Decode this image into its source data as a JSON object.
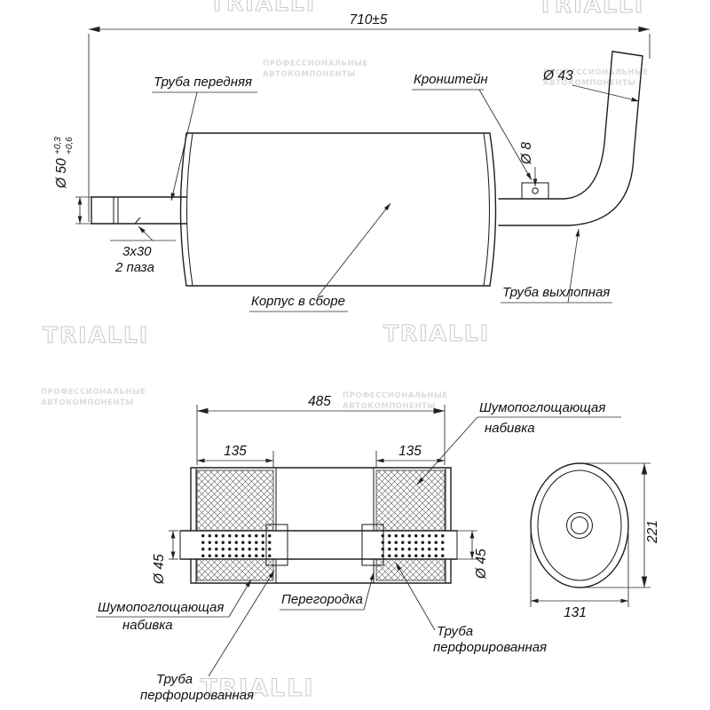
{
  "top_view": {
    "dim_overall": "710±5",
    "front_pipe_label": "Труба передняя",
    "bracket_label": "Кронштейн",
    "d43": "Ø 43",
    "d8": "Ø 8",
    "d50": "Ø 50",
    "d50_tol_top": "+0,3",
    "d50_tol_bottom": "+0,6",
    "slots_line1": "3x30",
    "slots_line2": "2 паза",
    "body_label": "Корпус в сборе",
    "exhaust_label": "Труба выхлопная"
  },
  "section_view": {
    "dim_length": "485",
    "dim_left_pad": "135",
    "dim_right_pad": "135",
    "padding_label_line1": "Шумопоглощающая",
    "padding_label_line2": "набивка",
    "d45_left": "Ø 45",
    "d45_right": "Ø 45",
    "baffle_label": "Перегородка",
    "padding2_label_line1": "Шумопоглощающая",
    "padding2_label_line2": "набивка",
    "perf_label_line1": "Труба",
    "perf_label_line2": "перфорированная",
    "perf2_label_line1": "Труба",
    "perf2_label_line2": "перфорированная"
  },
  "end_view": {
    "dim_height": "221",
    "dim_width": "131"
  },
  "watermark": {
    "brand": "TRIALLI",
    "slogan_line1": "ПРОФЕССИОНАЛЬНЫЕ",
    "slogan_line2": "АВТОКОМПОНЕНТЫ"
  },
  "colors": {
    "line": "#1f1f1f",
    "thin_line": "#2b2b2b",
    "watermark": "#c9c9c9",
    "background": "#ffffff"
  }
}
